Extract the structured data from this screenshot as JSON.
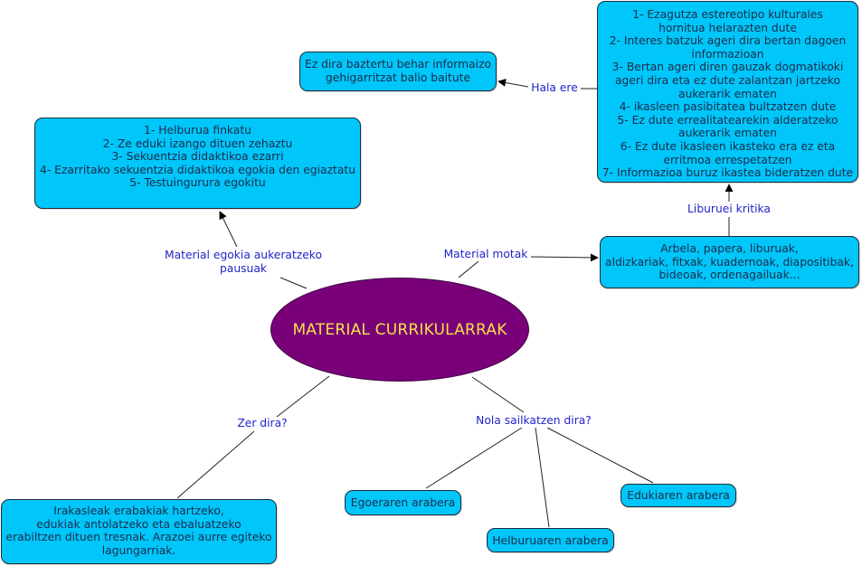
{
  "title": "MATERIAL CURRIKULARRAK",
  "colors": {
    "node_fill": "#00c6fa",
    "center_fill": "#7a007a",
    "center_text": "#f5e04a",
    "link_label": "#2323c9",
    "node_text": "#1d2c4a"
  },
  "center": {
    "text": "MATERIAL CURRIKULARRAK"
  },
  "links": {
    "hala_ere": "Hala ere",
    "material_egokia": [
      "Material egokia aukeratzeko",
      "pausuak"
    ],
    "material_motak": "Material motak",
    "liburuei_kritika": "Liburuei kritika",
    "zer_dira": "Zer dira?",
    "nola_sailkatzen": "Nola sailkatzen dira?"
  },
  "nodes": {
    "critique": [
      "1- Ezagutza estereotipo kulturales",
      "hornitua helarazten dute",
      "2- Interes batzuk ageri dira bertan dagoen",
      "informazioan",
      "3- Bertan ageri diren gauzak dogmatikoki",
      "ageri dira eta ez dute zalantzan jartzeko",
      "aukerarik ematen",
      "4- ikasleen pasibitatea bultzatzen dute",
      "5- Ez dute errealitatearekin alderatzeko",
      "aukerarik ematen",
      "6- Ez dute ikasleen ikasteko era ez eta",
      "erritmoa errespetatzen",
      "7- Informazioa buruz ikastea bideratzen dute"
    ],
    "not_discard": [
      "Ez dira baztertu behar informaizo",
      "gehigarritzat balio baitute"
    ],
    "steps": [
      "1- Helburua finkatu",
      "2- Ze eduki izango dituen zehaztu",
      "3- Sekuentzia didaktikoa ezarri",
      "4- Ezarritako sekuentzia didaktikoa egokia den egiaztatu",
      "5- Testuingurura egokitu"
    ],
    "types": [
      "Arbela, papera, liburuak,",
      "aldizkariak, fitxak, kuadernoak, diapositibak,",
      "bideoak, ordenagailuak..."
    ],
    "definition": [
      "Irakasleak erabakiak hartzeko,",
      "edukiak antolatzeko eta ebaluatzeko",
      "erabiltzen dituen tresnak. Arazoei aurre egiteko",
      "lagungarriak."
    ],
    "egoera": "Egoeraren arabera",
    "helburua": "Helburuaren arabera",
    "edukia": "Edukiaren arabera"
  }
}
